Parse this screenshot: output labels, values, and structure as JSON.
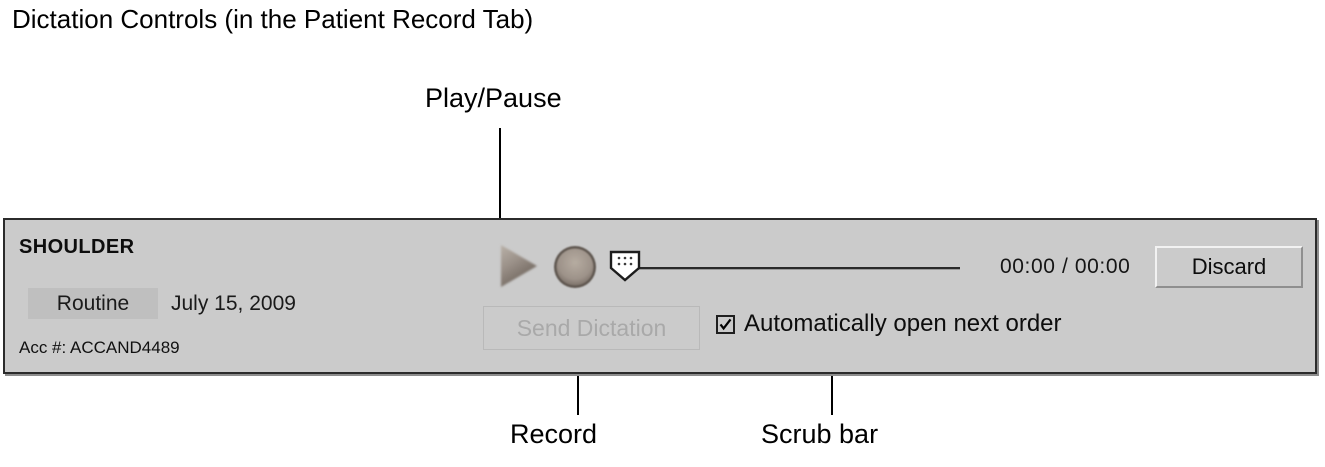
{
  "figure": {
    "title": "Dictation Controls (in the Patient Record Tab)"
  },
  "callouts": [
    {
      "id": "play-pause",
      "label": "Play/Pause"
    },
    {
      "id": "record",
      "label": "Record"
    },
    {
      "id": "scrub-bar",
      "label": "Scrub bar"
    }
  ],
  "panel": {
    "study_name": "SHOULDER",
    "priority": "Routine",
    "study_date": "July 15, 2009",
    "accession": "Acc #: ACCAND4489",
    "timecode": "00:00 / 00:00",
    "discard_label": "Discard",
    "send_label": "Send Dictation",
    "auto_open_label": "Automatically open next order",
    "auto_open_checked": true,
    "play_icon": "play-triangle-icon",
    "record_icon": "record-circle-icon",
    "scrub_handle_icon": "scrub-handle-icon"
  },
  "colors": {
    "panel_background": "#cbcbcb",
    "panel_border": "#2b2b2b",
    "chip_background": "#bfbfbf",
    "transport_light": "#b7aea4",
    "transport_dark": "#6a6058",
    "disabled_text": "#a9a9a9",
    "text": "#0d0d0d"
  }
}
